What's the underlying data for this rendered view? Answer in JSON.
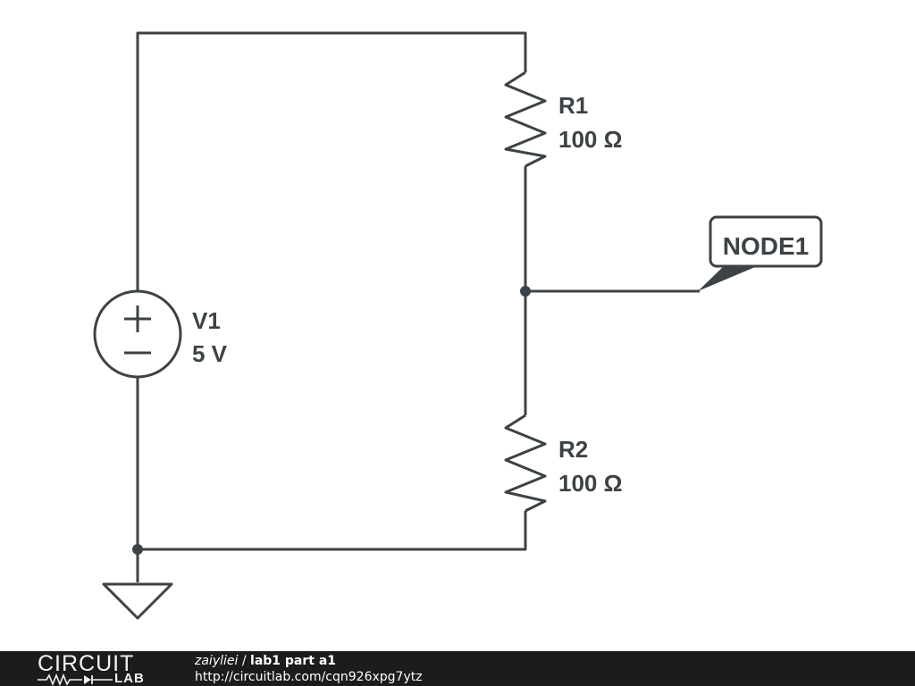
{
  "schematic": {
    "v1": {
      "name": "V1",
      "value": "5 V",
      "plus": "+",
      "minus": "−"
    },
    "r1": {
      "name": "R1",
      "value": "100 Ω"
    },
    "r2": {
      "name": "R2",
      "value": "100 Ω"
    },
    "net_label": "NODE1"
  },
  "colors": {
    "wire": "#3c4245",
    "footer_bg": "#1c1c1c",
    "footer_text": "#ffffff"
  },
  "footer": {
    "brand_top": "CIRCUIT",
    "brand_bottom": "LAB",
    "user": "zaiyliei",
    "separator": " / ",
    "title": "lab1 part a1",
    "url": "http://circuitlab.com/cqn926xpg7ytz"
  }
}
